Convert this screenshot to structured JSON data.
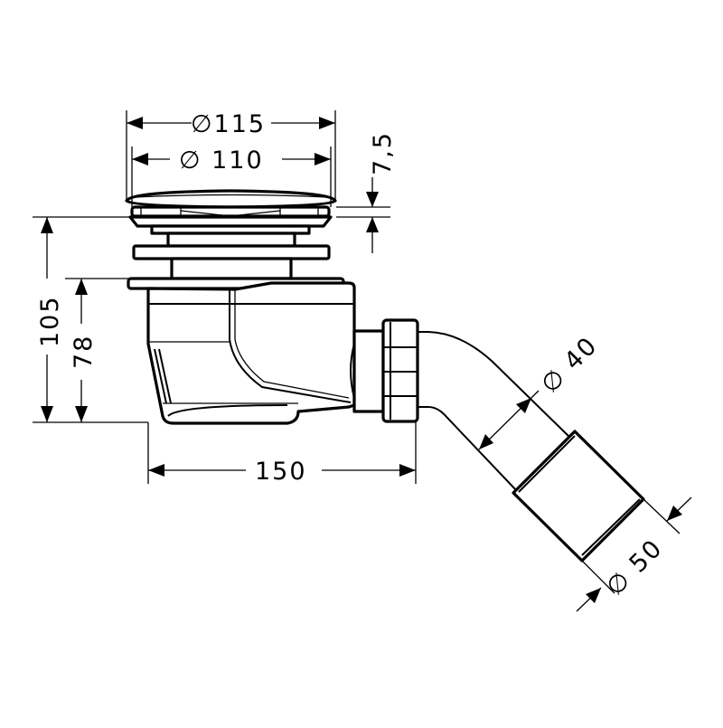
{
  "drawing": {
    "subject": "shower drain with angled outlet",
    "line_color": "#000000",
    "background": "#ffffff"
  },
  "dimensions": {
    "cover_outer_diameter": "∅115",
    "cover_inner_diameter": "∅ 110",
    "cover_height": "7,5",
    "total_height": "105",
    "body_height": "78",
    "length": "150",
    "outlet_pipe_diameter": "∅ 40",
    "outlet_sleeve_diameter": "∅ 50"
  }
}
